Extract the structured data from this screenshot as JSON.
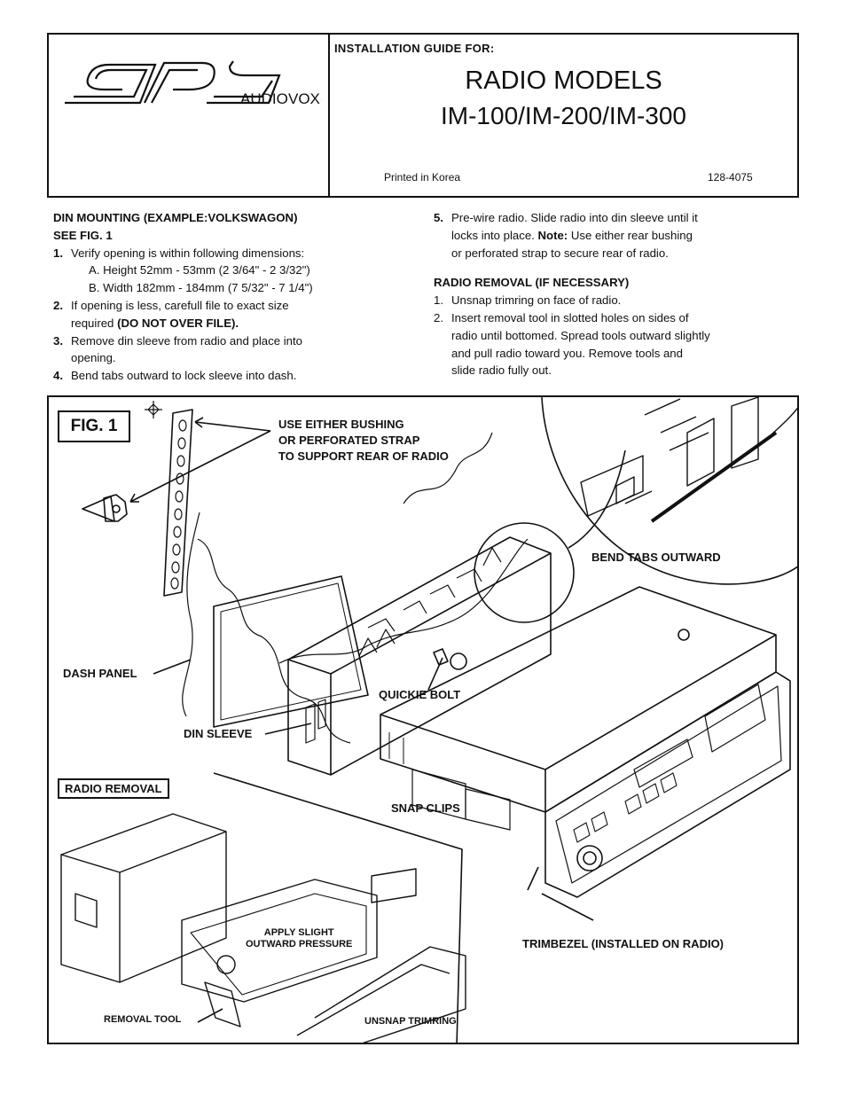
{
  "header": {
    "logo_text": "SPS AUDIOVOX",
    "guide_label": "INSTALLATION GUIDE FOR:",
    "title_line1": "RADIO MODELS",
    "title_line2": "IM-100/IM-200/IM-300",
    "printed": "Printed in Korea",
    "part_number": "128-4075"
  },
  "din_mounting": {
    "heading1": "DIN MOUNTING (EXAMPLE:VOLKSWAGON)",
    "heading2": "SEE FIG. 1",
    "step1_num": "1.",
    "step1": "Verify opening is within following dimensions:",
    "step1_a": "A. Height 52mm - 53mm (2 3/64\" - 2 3/32\")",
    "step1_b": "B. Width 182mm - 184mm (7 5/32\" - 7 1/4\")",
    "step2_num": "2.",
    "step2_line1": "If opening is less, carefull file to exact size",
    "step2_line2_pre": "required ",
    "step2_line2_bold": "(DO NOT OVER FILE).",
    "step3_num": "3.",
    "step3_line1": "Remove din sleeve from radio and place into",
    "step3_line2": "opening.",
    "step4_num": "4.",
    "step4": "Bend tabs outward to lock sleeve into dash."
  },
  "right_col": {
    "step5_num": "5.",
    "step5_line1": "Pre-wire radio. Slide radio into din sleeve until it",
    "step5_line2_pre": "locks into place. ",
    "step5_line2_bold": "Note:",
    "step5_line2_post": " Use either rear bushing",
    "step5_line3": "or perforated strap to secure rear of radio.",
    "removal_heading": "RADIO REMOVAL (IF NECESSARY)",
    "r1_num": "1.",
    "r1": "Unsnap trimring on face of radio.",
    "r2_num": "2.",
    "r2_line1": "Insert removal tool in slotted holes on sides of",
    "r2_line2": "radio until bottomed. Spread tools outward slightly",
    "r2_line3": "and pull radio toward you. Remove tools and",
    "r2_line4": "slide radio fully out."
  },
  "figure": {
    "label": "FIG. 1",
    "callout_bushing_1": "USE EITHER BUSHING",
    "callout_bushing_2": "OR PERFORATED STRAP",
    "callout_bushing_3": "TO SUPPORT REAR OF RADIO",
    "bend_tabs": "BEND TABS OUTWARD",
    "dash_panel": "DASH PANEL",
    "quickie_bolt": "QUICKIE BOLT",
    "din_sleeve": "DIN SLEEVE",
    "radio_removal": "RADIO REMOVAL",
    "snap_clips": "SNAP CLIPS",
    "apply_pressure_1": "APPLY SLIGHT",
    "apply_pressure_2": "OUTWARD PRESSURE",
    "removal_tool": "REMOVAL TOOL",
    "unsnap_trimring": "UNSNAP TRIMRING",
    "trimbezel": "TRIMBEZEL (INSTALLED ON RADIO)"
  }
}
